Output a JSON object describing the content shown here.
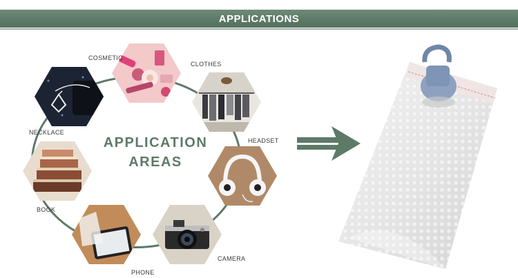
{
  "banner": {
    "title": "APPLICATIONS"
  },
  "center": {
    "line1": "APPLICATION",
    "line2": "AREAS"
  },
  "categories": [
    {
      "label": "COSMETIC",
      "icon": "cosmetic-photo"
    },
    {
      "label": "CLOTHES",
      "icon": "clothes-photo"
    },
    {
      "label": "NECKLACE",
      "icon": "necklace-photo"
    },
    {
      "label": "HEADSET",
      "icon": "headset-photo"
    },
    {
      "label": "BOOK",
      "icon": "book-photo"
    },
    {
      "label": "PHONE",
      "icon": "phone-photo"
    },
    {
      "label": "CAMERA",
      "icon": "camera-photo"
    }
  ],
  "colors": {
    "accent": "#5d7a68",
    "ring": "#5d7a68"
  }
}
